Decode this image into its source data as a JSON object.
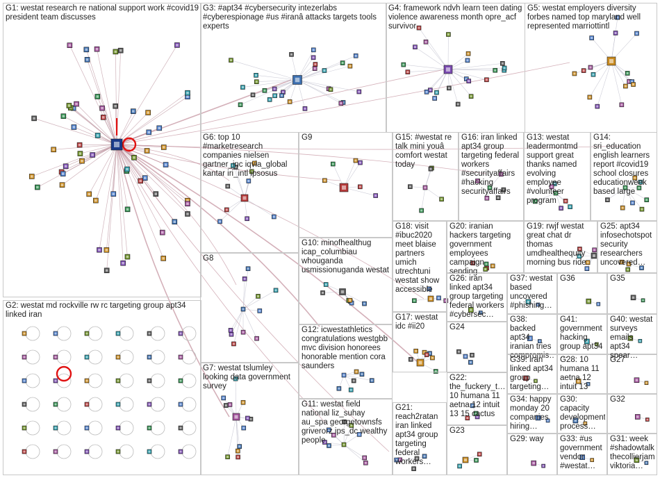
{
  "title": "",
  "groups": [
    {
      "id": "G1",
      "label": "G1: westat research re national support work #covid19 president team discusses"
    },
    {
      "id": "G2",
      "label": "G2: westat md rockville rw rc targeting group apt34 linked iran"
    },
    {
      "id": "G3",
      "label": "G3: #apt34 #cybersecurity intezerlabs #cyberespionage #us #iranâ attacks targets tools experts"
    },
    {
      "id": "G4",
      "label": "G4: framework ndvh learn teen dating violence awareness month opre_acf survivor"
    },
    {
      "id": "G5",
      "label": "G5: westat employers diversity forbes named top maryland well represented marriottintl"
    },
    {
      "id": "G6",
      "label": "G6: top 10 #marketresearch companies nielsen gartner_inc iqvia_global kantar iri_intl ipsosus"
    },
    {
      "id": "G7",
      "label": "G7: westat tslumley looking data government survey"
    },
    {
      "id": "G8",
      "label": "G8"
    },
    {
      "id": "G9",
      "label": "G9"
    },
    {
      "id": "G10",
      "label": "G10: minofhealthug icap_columbiau whouganda usmissionuganda westat"
    },
    {
      "id": "G11",
      "label": "G11: westat field national liz_suhay au_spa georgetownsfs griverorz ips_dc wealthy people"
    },
    {
      "id": "G12",
      "label": "G12: icwestathletics congratulations westgbb mvc division honorees honorable mention cora saunders"
    },
    {
      "id": "G13",
      "label": "G13: westat leadermontmd support great thanks named evolving employee #volunteer program"
    },
    {
      "id": "G14",
      "label": "G14: sri_education english learners report #covid19 school closures educationweek based large"
    },
    {
      "id": "G15",
      "label": "G15: #westat re talk mini youâ comfort westat today"
    },
    {
      "id": "G16",
      "label": "G16: iran linked apt34 group targeting federal workers #securityaffairs #hacking securityaffairs"
    },
    {
      "id": "G17",
      "label": "G17: westat idc #ii20"
    },
    {
      "id": "G18",
      "label": "G18: visit #ibuc2020 meet blaise partners umich utrechtuni westat show accessible"
    },
    {
      "id": "G19",
      "label": "G19: rwjf westat great chat dr thomas umdhealthequity morning bus ride"
    },
    {
      "id": "G20",
      "label": "G20: iranian hackers targeting government employees campaign sending…"
    },
    {
      "id": "G21",
      "label": "G21: reach2ratan iran linked apt34 group targeting federal workers…"
    },
    {
      "id": "G22",
      "label": "G22: the_fuckery_t… 10 humana 11 aetna 12 intuit 13 15 cactus"
    },
    {
      "id": "G23",
      "label": "G23"
    },
    {
      "id": "G24",
      "label": "G24"
    },
    {
      "id": "G25",
      "label": "G25: apt34 infosechotspot security researchers uncovered…"
    },
    {
      "id": "G26",
      "label": "G26: iran linked apt34 group targeting federal workers #cybersec…"
    },
    {
      "id": "G27",
      "label": "G27"
    },
    {
      "id": "G28",
      "label": "G28: 10 humana 11 aetna 12 intuit 13"
    },
    {
      "id": "G29",
      "label": "G29: way"
    },
    {
      "id": "G30",
      "label": "G30: capacity development process…"
    },
    {
      "id": "G31",
      "label": "G31: week #shadowtalk thecollierjam viktoria…"
    },
    {
      "id": "G32",
      "label": "G32"
    },
    {
      "id": "G33",
      "label": "G33: #us government vendor #westat…"
    },
    {
      "id": "G34",
      "label": "G34: happy monday 20 companies hiring…"
    },
    {
      "id": "G35",
      "label": "G35"
    },
    {
      "id": "G36",
      "label": "G36"
    },
    {
      "id": "G37",
      "label": "G37: westat based uncovered #phishing…"
    },
    {
      "id": "G38",
      "label": "G38: backed apt34 iranian tries compromis…"
    },
    {
      "id": "G39",
      "label": "G39: iran linked apt34 group targeting…"
    },
    {
      "id": "G40",
      "label": "G40: westat surveys emails apt34 spear…"
    },
    {
      "id": "G41",
      "label": "G41: government hacking group apt34 …"
    }
  ],
  "colors": {
    "box_border": "#c8c8c8",
    "edge": "#b9b9c8",
    "edge_hub": "#b07080",
    "hub": "#1a3a8a",
    "self_loop": "#e01010"
  },
  "icons": {
    "node": "user-avatar-icon",
    "self_loop": "self-loop-icon"
  }
}
